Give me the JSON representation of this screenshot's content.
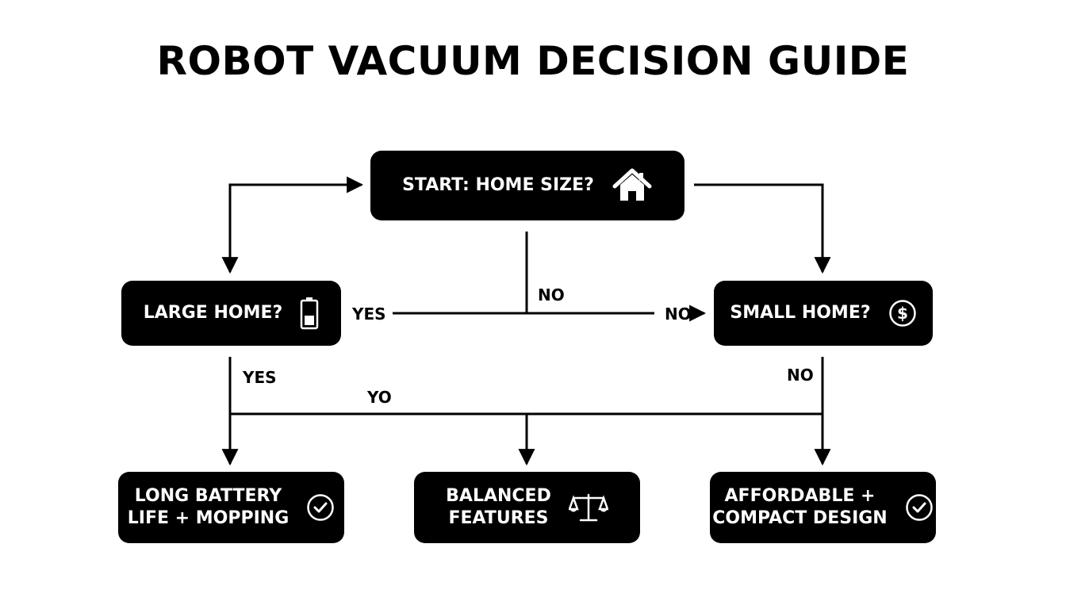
{
  "title": "ROBOT VACUUM DECISION GUIDE",
  "nodes": {
    "start": {
      "label": "START: HOME SIZE?",
      "icon": "house-icon"
    },
    "large": {
      "label": "LARGE HOME?",
      "icon": "battery-icon"
    },
    "small": {
      "label": "SMALL HOME?",
      "icon": "dollar-icon"
    },
    "battery": {
      "line1": "LONG BATTERY",
      "line2": "LIFE + MOPPING",
      "icon": "check-circle-icon"
    },
    "balanced": {
      "line1": "BALANCED",
      "line2": "FEATURES",
      "icon": "scale-icon"
    },
    "affordable": {
      "line1": "AFFORDABLE +",
      "line2": "COMPACT DESIGN",
      "icon": "check-circle-icon"
    }
  },
  "edge_labels": {
    "center_no": "NO",
    "mid_yes": "YES",
    "mid_no": "NO",
    "left_yes": "YES",
    "yo": "YO",
    "right_no": "NO"
  },
  "colors": {
    "node_bg": "#000000",
    "node_text": "#ffffff",
    "line": "#000000",
    "background": "#ffffff"
  }
}
